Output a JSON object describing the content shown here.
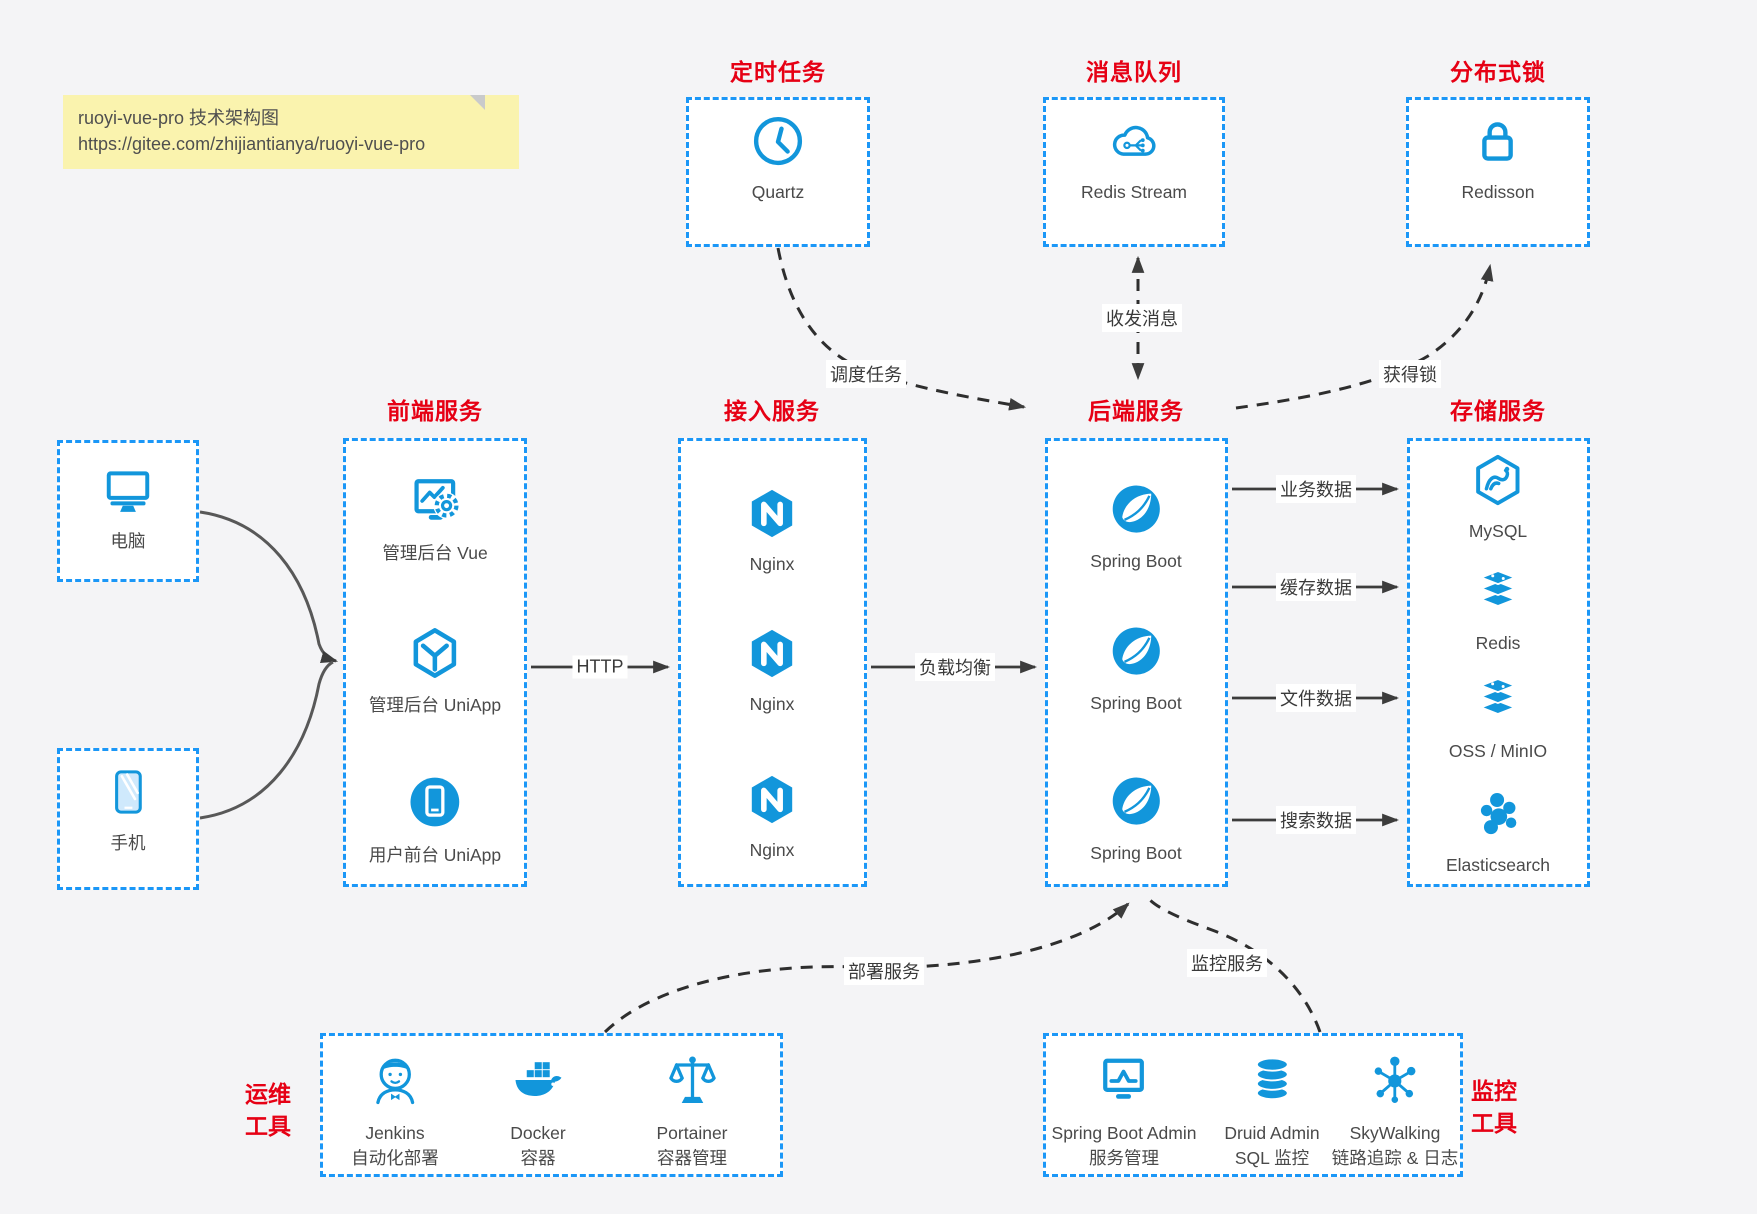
{
  "note": {
    "line1": "ruoyi-vue-pro 技术架构图",
    "line2": "https://gitee.com/zhijiantianya/ruoyi-vue-pro"
  },
  "top_services": [
    {
      "title": "定时任务",
      "label": "Quartz",
      "icon": "clock-icon"
    },
    {
      "title": "消息队列",
      "label": "Redis Stream",
      "icon": "cloud-mq-icon"
    },
    {
      "title": "分布式锁",
      "label": "Redisson",
      "icon": "lock-icon"
    }
  ],
  "clients": [
    {
      "label": "电脑",
      "icon": "desktop-icon"
    },
    {
      "label": "手机",
      "icon": "phone-icon"
    }
  ],
  "frontend": {
    "title": "前端服务",
    "items": [
      {
        "label": "管理后台 Vue",
        "icon": "admin-vue-icon"
      },
      {
        "label": "管理后台 UniApp",
        "icon": "uniapp-cube-icon"
      },
      {
        "label": "用户前台 UniApp",
        "icon": "user-app-icon"
      }
    ]
  },
  "gateway": {
    "title": "接入服务",
    "items": [
      {
        "label": "Nginx",
        "icon": "nginx-icon"
      },
      {
        "label": "Nginx",
        "icon": "nginx-icon"
      },
      {
        "label": "Nginx",
        "icon": "nginx-icon"
      }
    ]
  },
  "backend": {
    "title": "后端服务",
    "items": [
      {
        "label": "Spring Boot",
        "icon": "spring-icon"
      },
      {
        "label": "Spring Boot",
        "icon": "spring-icon"
      },
      {
        "label": "Spring Boot",
        "icon": "spring-icon"
      }
    ]
  },
  "storage": {
    "title": "存储服务",
    "items": [
      {
        "label": "MySQL",
        "icon": "mysql-icon"
      },
      {
        "label": "Redis",
        "icon": "redis-stack-icon"
      },
      {
        "label": "OSS / MinIO",
        "icon": "oss-minio-icon"
      },
      {
        "label": "Elasticsearch",
        "icon": "elasticsearch-icon"
      }
    ]
  },
  "ops": {
    "title": "运维工具",
    "title_lines": [
      "运维",
      "工具"
    ],
    "items": [
      {
        "name": "Jenkins",
        "desc": "自动化部署",
        "icon": "jenkins-icon"
      },
      {
        "name": "Docker",
        "desc": "容器",
        "icon": "docker-icon"
      },
      {
        "name": "Portainer",
        "desc": "容器管理",
        "icon": "portainer-icon"
      }
    ]
  },
  "monitoring": {
    "title": "监控工具",
    "title_lines": [
      "监控",
      "工具"
    ],
    "items": [
      {
        "name": "Spring Boot Admin",
        "desc": "服务管理",
        "icon": "spring-boot-admin-icon"
      },
      {
        "name": "Druid Admin",
        "desc": "SQL 监控",
        "icon": "druid-icon"
      },
      {
        "name": "SkyWalking",
        "desc": "链路追踪 & 日志",
        "icon": "skywalking-icon"
      }
    ]
  },
  "edges": {
    "http": "HTTP",
    "load_balance": "负载均衡",
    "schedule": "调度任务",
    "message": "收发消息",
    "lock": "获得锁",
    "business_data": "业务数据",
    "cache_data": "缓存数据",
    "file_data": "文件数据",
    "search_data": "搜索数据",
    "deploy": "部署服务",
    "monitor": "监控服务"
  },
  "colors": {
    "icon_blue": "#1296db",
    "border_blue": "#1b97f7",
    "title_red": "#e60014",
    "note_yellow": "#faf3ae",
    "line_dark": "#3c3c3c"
  }
}
